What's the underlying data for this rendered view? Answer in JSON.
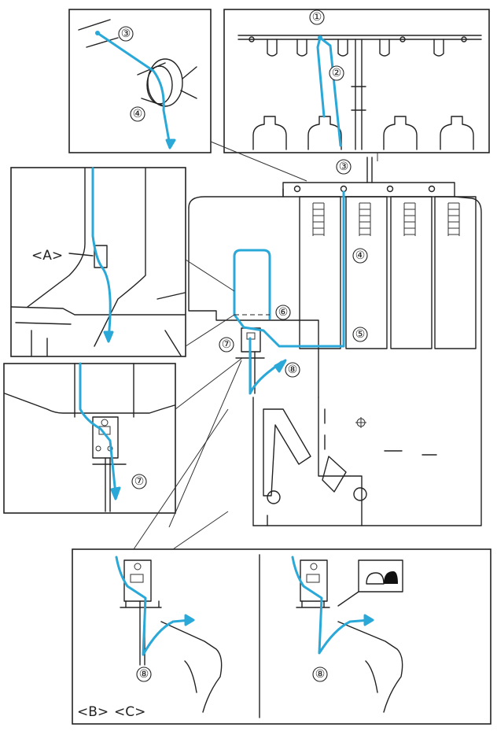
{
  "callouts": {
    "c1": "①",
    "c2": "②",
    "c3a": "③",
    "c3b": "③",
    "c4a": "④",
    "c4b": "④",
    "c5": "⑤",
    "c6": "⑥",
    "c7a": "⑦",
    "c7b": "⑦",
    "c8a": "⑧",
    "c8b": "⑧",
    "c8c": "⑧"
  },
  "labels": {
    "a": "<A>",
    "b": "<B>",
    "c": "<C>"
  },
  "colors": {
    "thread": "#2aa8d8",
    "ink": "#222222"
  }
}
